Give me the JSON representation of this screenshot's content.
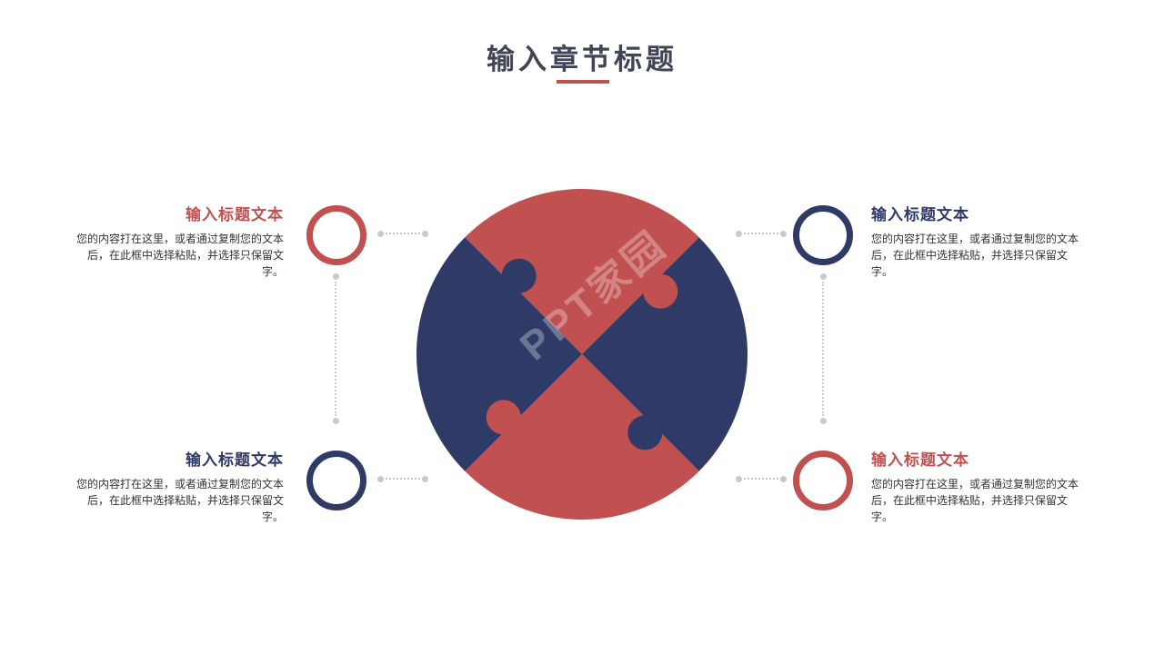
{
  "title": {
    "text": "输入章节标题"
  },
  "watermark": "PPT家园",
  "colors": {
    "red": "#C15050",
    "navy": "#2F3A67",
    "title_text": "#3F4456",
    "body_text": "#333333",
    "connector": "#C9C9C9"
  },
  "blocks": [
    {
      "id": "top-left",
      "accent": "red",
      "title": "输入标题文本",
      "body": "您的内容打在这里，或者通过复制您的文本后，在此框中选择粘贴，并选择只保留文字。"
    },
    {
      "id": "bottom-left",
      "accent": "navy",
      "title": "输入标题文本",
      "body": "您的内容打在这里，或者通过复制您的文本后，在此框中选择粘贴，并选择只保留文字。"
    },
    {
      "id": "top-right",
      "accent": "navy",
      "title": "输入标题文本",
      "body": "您的内容打在这里，或者通过复制您的文本后，在此框中选择粘贴，并选择只保留文字。"
    },
    {
      "id": "bottom-right",
      "accent": "red",
      "title": "输入标题文本",
      "body": "您的内容打在这里，或者通过复制您的文本后，在此框中选择粘贴，并选择只保留文字。"
    }
  ]
}
